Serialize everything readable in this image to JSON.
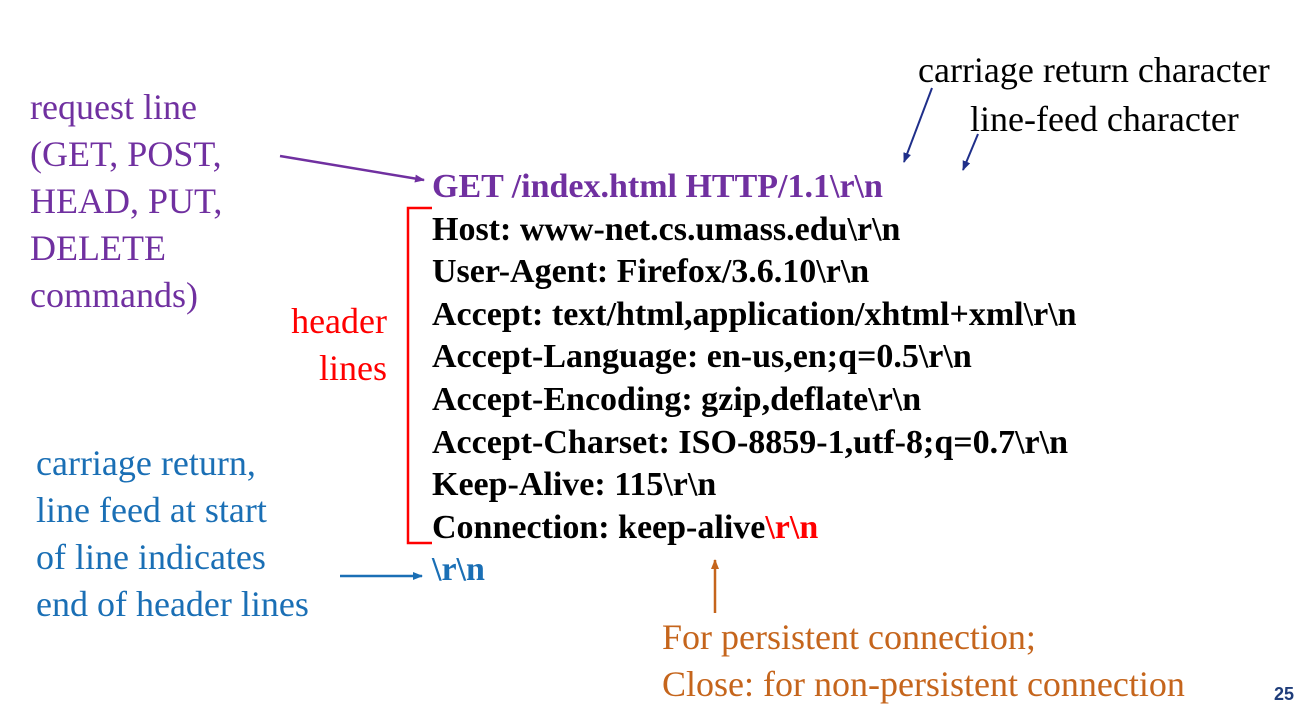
{
  "annotations": {
    "carriage_return": "carriage return character",
    "line_feed": "line-feed character",
    "request_line": [
      "request line",
      "(GET, POST,",
      "HEAD, PUT,",
      "DELETE",
      "commands)"
    ],
    "header_lines": [
      "header",
      "lines"
    ],
    "end_of_headers": [
      "carriage return,",
      "line feed at start",
      "of line indicates",
      "end of header lines"
    ],
    "connection_note": [
      "For persistent connection;",
      "Close: for non-persistent connection"
    ]
  },
  "request": {
    "request_line": "GET /index.html HTTP/1.1\\r\\n",
    "headers": [
      "Host: www-net.cs.umass.edu\\r\\n",
      "User-Agent: Firefox/3.6.10\\r\\n",
      "Accept: text/html,application/xhtml+xml\\r\\n",
      "Accept-Language: en-us,en;q=0.5\\r\\n",
      "Accept-Encoding: gzip,deflate\\r\\n",
      "Accept-Charset: ISO-8859-1,utf-8;q=0.7\\r\\n",
      "Keep-Alive: 115\\r\\n"
    ],
    "last_header": "Connection: keep-alive",
    "last_header_crlf": "\\r\\n",
    "blank_line": "\\r\\n"
  },
  "page_number": "25",
  "colors": {
    "request_line": "#7030a0",
    "header_annotation": "#ff0000",
    "end_annotation": "#1a6fb5",
    "connection_annotation": "#c5651c",
    "crlf_arrows": "#1f2f8a"
  }
}
